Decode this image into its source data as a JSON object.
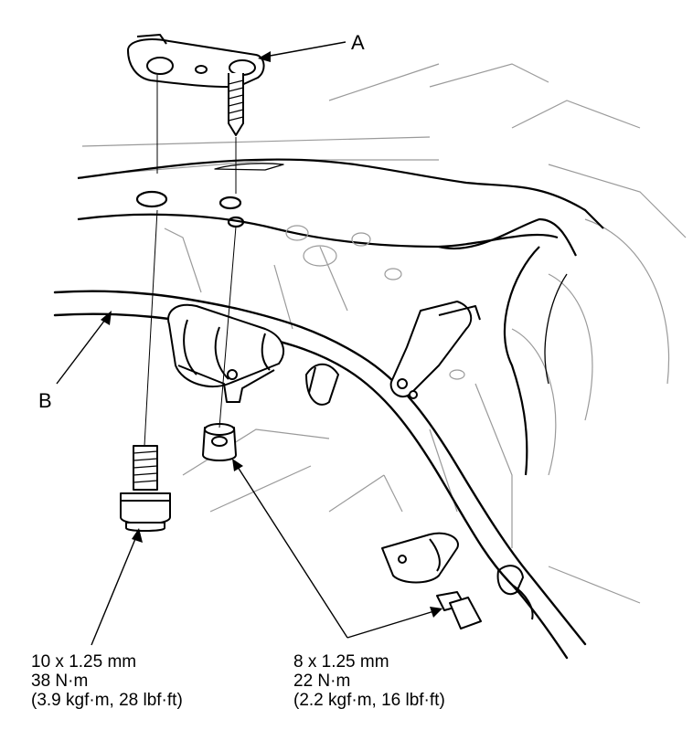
{
  "callouts": {
    "a": "A",
    "b": "B"
  },
  "specs": {
    "left": {
      "size": "10 x 1.25 mm",
      "torque_nm": "38 N·m",
      "torque_alt": "(3.9 kgf·m, 28 lbf·ft)"
    },
    "right": {
      "size": "8 x 1.25 mm",
      "torque_nm": "22 N·m",
      "torque_alt": "(2.2 kgf·m, 16 lbf·ft)"
    }
  },
  "colors": {
    "line": "#000000",
    "ghost_line": "#9a9a9a",
    "background": "#ffffff"
  }
}
